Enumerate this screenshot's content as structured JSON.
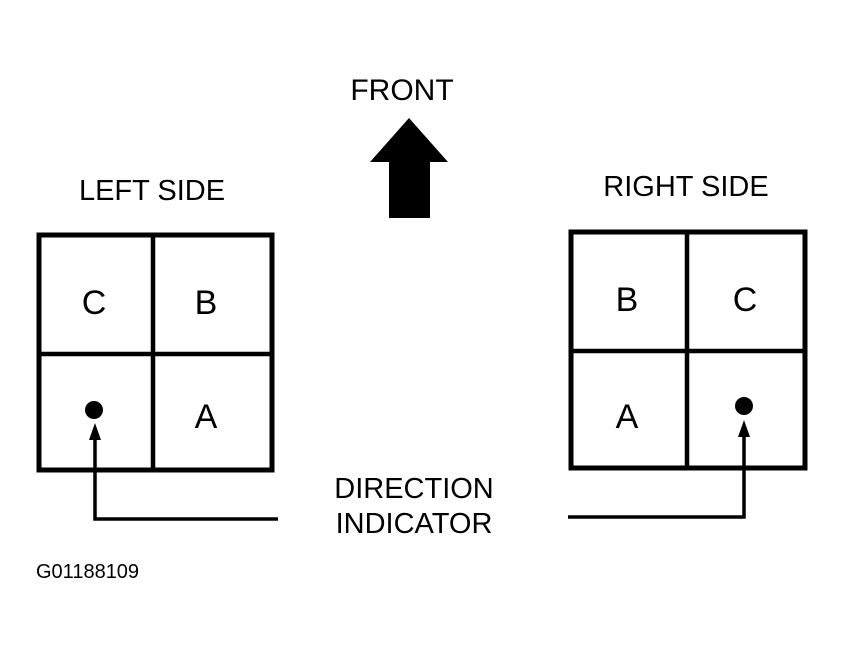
{
  "labels": {
    "front": "FRONT",
    "left_side": "LEFT SIDE",
    "right_side": "RIGHT SIDE",
    "direction_line1": "DIRECTION",
    "direction_line2": "INDICATOR",
    "figure_id": "G01188109"
  },
  "left_grid": {
    "top_left": "C",
    "top_right": "B",
    "bottom_right": "A"
  },
  "right_grid": {
    "top_left": "B",
    "top_right": "C",
    "bottom_left": "A"
  },
  "colors": {
    "ink": "#000000",
    "background": "#ffffff"
  }
}
